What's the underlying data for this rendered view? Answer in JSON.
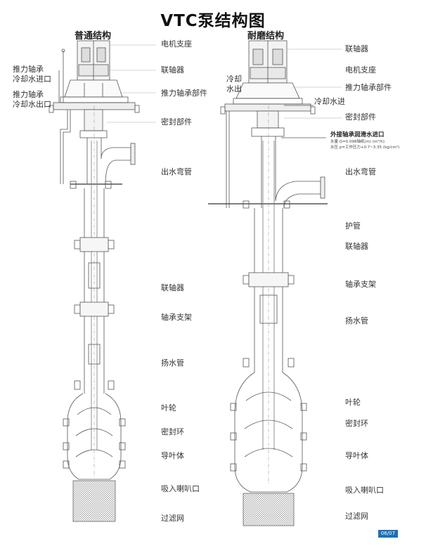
{
  "title": "VTC泵结构图",
  "left": {
    "subtitle": "普通结构",
    "callouts_left": [
      {
        "text": "推力轴承\n冷却水进口"
      },
      {
        "text": "推力轴承\n冷却水出口"
      }
    ],
    "callouts_right": [
      "电机支座",
      "联轴器",
      "推力轴承部件",
      "密封部件",
      "出水弯管",
      "联轴器",
      "轴承支架",
      "扬水管",
      "叶轮",
      "密封环",
      "导叶体",
      "吸入喇叭口",
      "过滤网"
    ]
  },
  "right": {
    "subtitle": "耐磨结构",
    "cooling_out": "冷却\n水出",
    "cooling_in": "冷却水进",
    "ext_title": "外接轴承润滑水进口",
    "ext_lines": [
      "水量  Q=0.098轴纸(m) (m³/h)",
      "水压  p=工作压力+0.7~3.35 (kg/cm²)"
    ],
    "callouts_right": [
      "联轴器",
      "电机支座",
      "推力轴承部件",
      "密封部件",
      "出水弯管",
      "护管",
      "联轴器",
      "轴承支架",
      "扬水管",
      "叶轮",
      "密封环",
      "导叶体",
      "吸入喇叭口",
      "过滤网"
    ]
  },
  "page_number": "06/07"
}
